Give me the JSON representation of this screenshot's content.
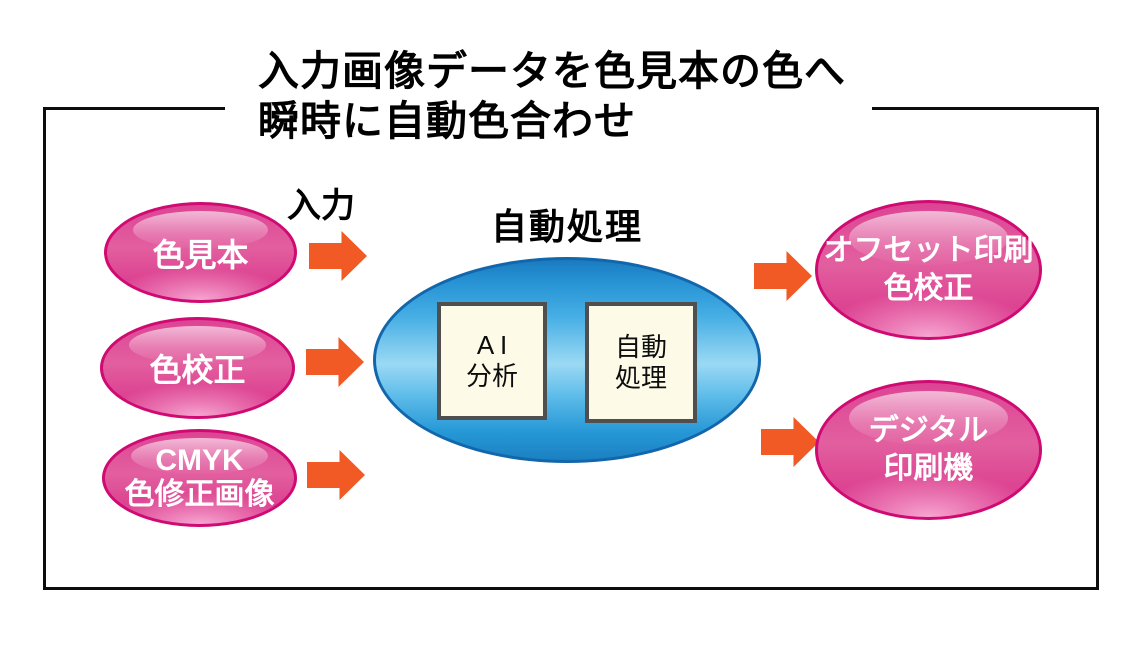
{
  "title": {
    "line1": "入力画像データを色見本の色へ",
    "line2": "瞬時に自動色合わせ"
  },
  "labels": {
    "input": "入力",
    "center_heading": "自動処理"
  },
  "left_nodes": [
    {
      "line1": "色見本"
    },
    {
      "line1": "色校正"
    },
    {
      "line1": "CMYK",
      "line2": "色修正画像"
    }
  ],
  "center_boxes": [
    {
      "line1": "A I",
      "line2": "分析"
    },
    {
      "line1": "自動",
      "line2": "処理"
    }
  ],
  "right_nodes": [
    {
      "line1": "オフセット印刷",
      "line2": "色校正"
    },
    {
      "line1": "デジタル",
      "line2": "印刷機"
    }
  ],
  "colors": {
    "node_pink": "#e0418d",
    "node_pink_border": "#cf0a72",
    "ellipse_blue": "#45aee4",
    "ellipse_blue_border": "#1266ac",
    "arrow_orange": "#f15a24",
    "process_box_fill": "#fdfbe8",
    "process_box_border": "#4f4f4f",
    "frame_border": "#0d0d0d",
    "node_text": "#ffffff",
    "text": "#000000"
  }
}
